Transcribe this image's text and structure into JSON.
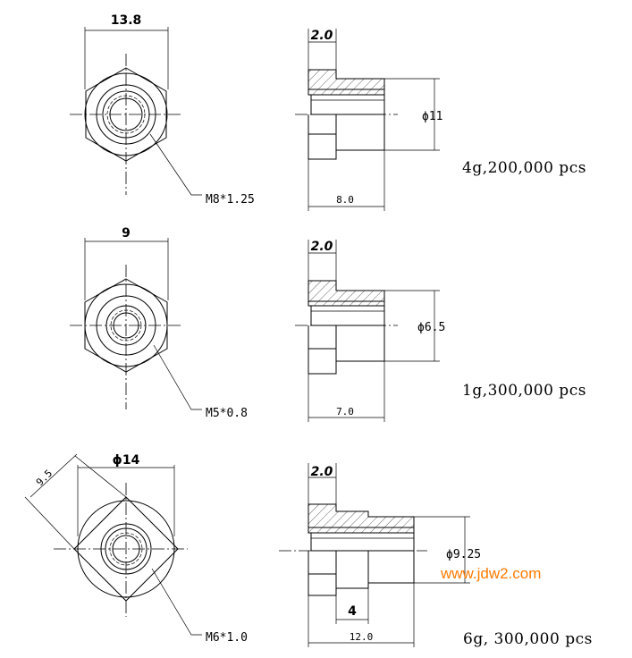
{
  "parts": [
    {
      "top_width": "13.8",
      "thread": "M8*1.25",
      "flange": "2.0",
      "diameter": "ϕ11",
      "length": "8.0",
      "qty": "4g,200,000 pcs"
    },
    {
      "top_width": "9",
      "thread": "M5*0.8",
      "flange": "2.0",
      "diameter": "ϕ6.5",
      "length": "7.0",
      "qty": "1g,300,000 pcs"
    },
    {
      "top_width": "ϕ14",
      "diag": "9.5",
      "thread": "M6*1.0",
      "flange": "2.0",
      "diameter": "ϕ9.25",
      "shoulder": "4",
      "length": "12.0",
      "qty": "6g, 300,000 pcs"
    }
  ],
  "watermark": "www.jdw2.com"
}
